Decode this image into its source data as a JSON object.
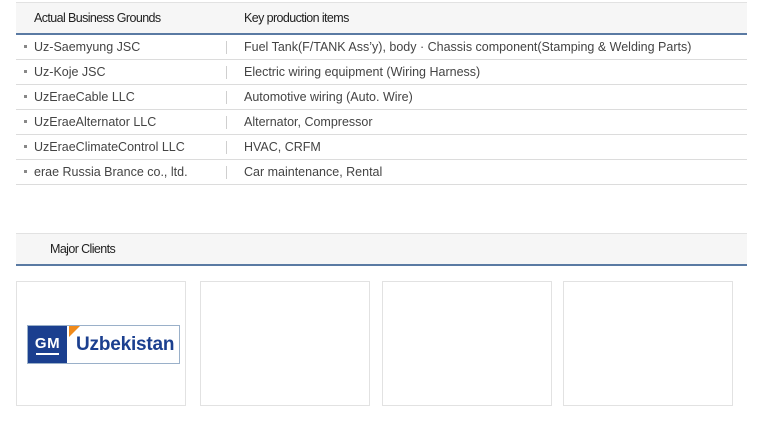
{
  "business_table": {
    "header": {
      "grounds": "Actual Business Grounds",
      "items": "Key production items"
    },
    "rows": [
      {
        "ground": "Uz-Saemyung JSC",
        "item": "Fuel Tank(F/TANK Ass’y), body · Chassis component(Stamping & Welding Parts)"
      },
      {
        "ground": "Uz-Koje JSC",
        "item": "Electric wiring equipment (Wiring Harness)"
      },
      {
        "ground": "UzEraeCable LLC",
        "item": "Automotive wiring (Auto. Wire)"
      },
      {
        "ground": "UzEraeAlternator LLC",
        "item": "Alternator, Compressor"
      },
      {
        "ground": "UzEraeClimateControl LLC",
        "item": "HVAC, CRFM"
      },
      {
        "ground": "erae Russia Brance co., ltd.",
        "item": "Car maintenance, Rental"
      }
    ]
  },
  "clients": {
    "title": "Major Clients",
    "logos": [
      {
        "mark": "GM",
        "name": "Uzbekistan",
        "colors": {
          "blue": "#1b3f8f",
          "accent": "#f08a1a"
        }
      }
    ]
  }
}
